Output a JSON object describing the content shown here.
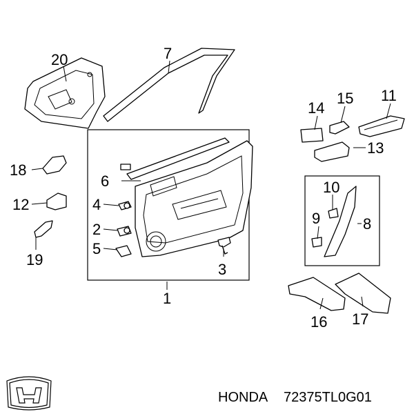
{
  "callouts": {
    "c1": "1",
    "c2": "2",
    "c3": "3",
    "c4": "4",
    "c5": "5",
    "c6": "6",
    "c7": "7",
    "c8": "8",
    "c9": "9",
    "c10": "10",
    "c11": "11",
    "c12": "12",
    "c13": "13",
    "c14": "14",
    "c15": "15",
    "c16": "16",
    "c17": "17",
    "c18": "18",
    "c19": "19",
    "c20": "20"
  },
  "footer": {
    "brand": "HONDA",
    "part_number": "72375TL0G01",
    "logo_icon": "honda-h-logo-icon"
  }
}
